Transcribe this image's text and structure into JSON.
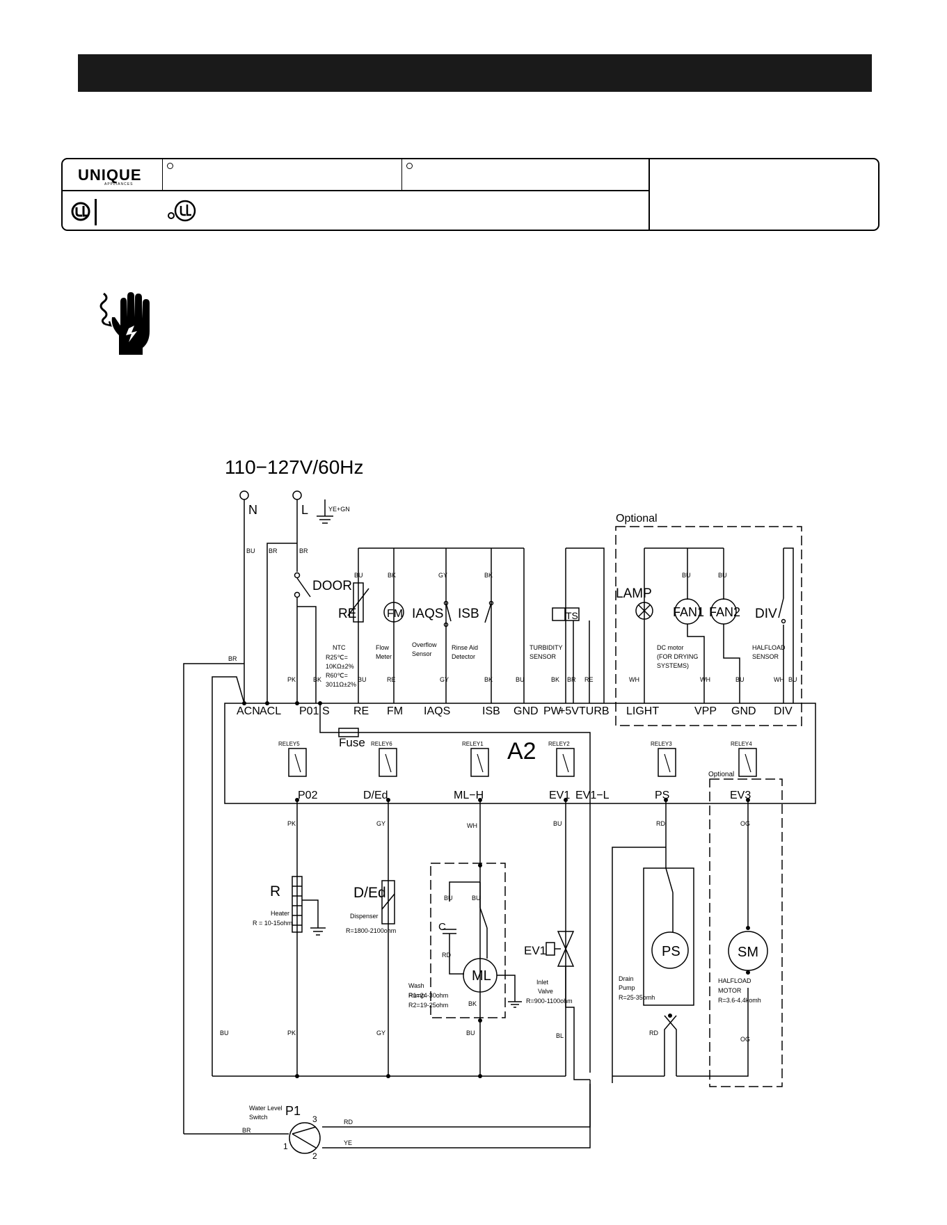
{
  "header": {
    "brand": "UNIQUE",
    "brand_sub": "APPLIANCES"
  },
  "diagram": {
    "voltage": "110−127V/60Hz",
    "optional_top": "Optional",
    "optional_bottom": "Optional",
    "board_label": "A2",
    "fuse_label": "Fuse",
    "supply": {
      "neutral": "N",
      "line": "L",
      "ground_wire": "YE+GN",
      "door": "DOOR"
    },
    "terminals_top": [
      "ACN",
      "ACL",
      "P01",
      "S",
      "RE",
      "FM",
      "IAQS",
      "ISB",
      "GND",
      "PW",
      "+5V",
      "TURB",
      "LIGHT",
      "VPP",
      "GND",
      "DIV"
    ],
    "terminals_bottom": [
      "P02",
      "D/Ed",
      "ML−H",
      "EV1",
      "EV1−L",
      "PS",
      "EV3"
    ],
    "relays": [
      "RELEY5",
      "RELEY6",
      "RELEY1",
      "RELEY2",
      "RELEY3",
      "RELEY4"
    ],
    "wire_colors": {
      "bu": "BU",
      "br": "BR",
      "bk": "BK",
      "gy": "GY",
      "pk": "PK",
      "re": "RE",
      "wh": "WH",
      "rd": "RD",
      "og": "OG",
      "bl": "BL",
      "ye": "YE"
    },
    "components": {
      "re": "RE",
      "fm": "FM",
      "iaqs": "IAQS",
      "isb": "ISB",
      "ts": "TS",
      "lamp": "LAMP",
      "fan1": "FAN1",
      "fan2": "FAN2",
      "div": "DIV",
      "r": "R",
      "ded": "D/Ed",
      "c": "C",
      "ml": "ML",
      "ev1": "EV1",
      "ps": "PS",
      "sm": "SM",
      "p1": "P1"
    },
    "descriptions": {
      "ntc": [
        "NTC",
        "R25℃=",
        "10KΩ±2%",
        "R60℃=",
        "3011Ω±2%"
      ],
      "flow": [
        "Flow",
        "Meter"
      ],
      "overflow": [
        "Overflow",
        "Sensor"
      ],
      "rinse": [
        "Rinse Aid",
        "Detector"
      ],
      "turbidity": [
        "TURBIDITY",
        "SENSOR"
      ],
      "dcmotor": [
        "DC motor",
        "(FOR DRYING",
        "SYSTEMS)"
      ],
      "halfload_sensor": [
        "HALFLOAD",
        "SENSOR"
      ],
      "heater": [
        "Heater",
        "R = 10-15ohm"
      ],
      "dispenser": [
        "Dispenser",
        "R=1800-2100ohm"
      ],
      "wash": [
        "Wash",
        "Pump",
        "R1=24-30ohm",
        "R2=19-25ohm"
      ],
      "inlet": [
        "Inlet",
        "Valve",
        "R=900-1100ohm"
      ],
      "drain": [
        "Drain",
        "Pump",
        "R=25-35omh"
      ],
      "halfload_motor": [
        "HALFLOAD",
        "MOTOR",
        "R=3.6-4.4komh"
      ],
      "water_level": [
        "Water Level",
        "Switch"
      ],
      "p1_pins": [
        "1",
        "2",
        "3"
      ]
    }
  }
}
